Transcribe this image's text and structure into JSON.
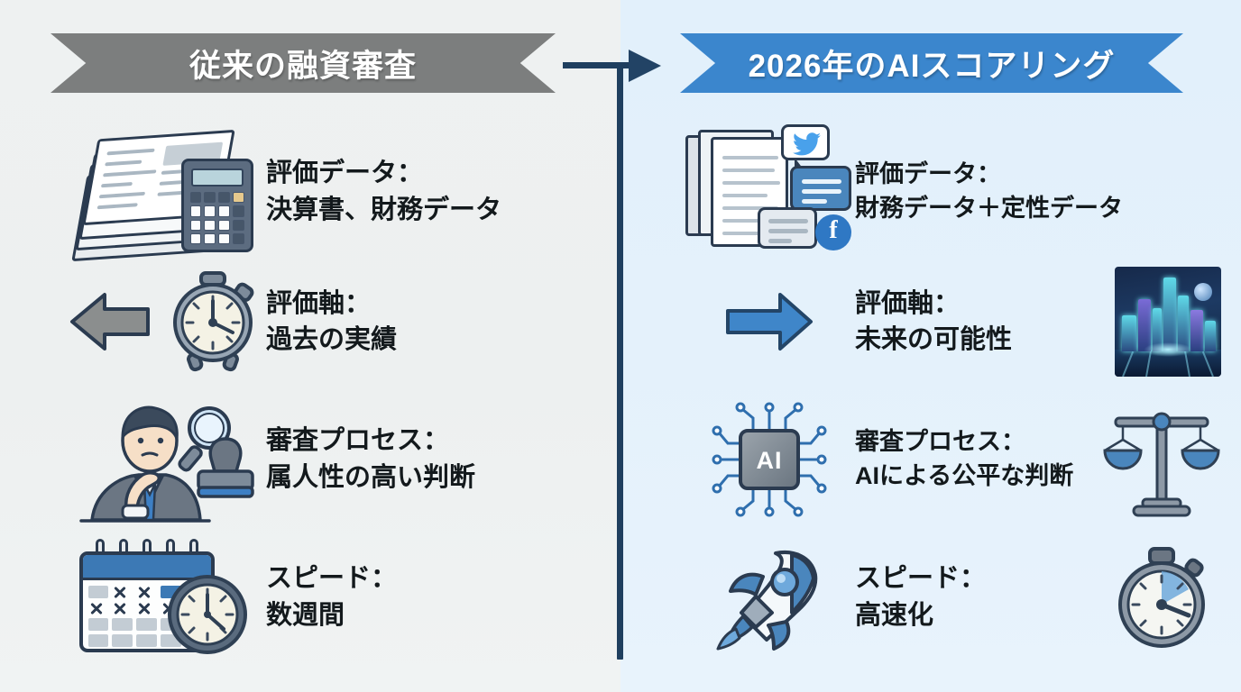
{
  "slide": {
    "left_panel": {
      "banner_label": "従来の融資審査",
      "banner_color": "#7c7e7e",
      "background_color": "#eef1f1",
      "rows": [
        {
          "icon": "documents-calculator-icon",
          "line1": "評価データ：",
          "line2": "決算書、財務データ"
        },
        {
          "icon": "left-arrow-clock-icon",
          "line1": "評価軸：",
          "line2": "過去の実績"
        },
        {
          "icon": "thinking-person-magnifier-stamp-icon",
          "line1": "審査プロセス：",
          "line2": "属人性の高い判断"
        },
        {
          "icon": "calendar-clock-icon",
          "line1": "スピード：",
          "line2": "数週間"
        }
      ]
    },
    "right_panel": {
      "banner_label": "2026年のAIスコアリング",
      "banner_color": "#3b86cd",
      "background_color": "#e3f1fb",
      "rows": [
        {
          "icon": "documents-social-bubbles-icon",
          "line1": "評価データ：",
          "line2": "財務データ＋定性データ",
          "trailing_icon": ""
        },
        {
          "icon": "blue-right-arrow-icon",
          "line1": "評価軸：",
          "line2": "未来の可能性",
          "trailing_icon": "future-city-image"
        },
        {
          "icon": "ai-chip-icon",
          "chip_label": "AI",
          "line1": "審査プロセス：",
          "line2": "AIによる公平な判断",
          "trailing_icon": "scales-of-justice-icon"
        },
        {
          "icon": "rocket-icon",
          "line1": "スピード：",
          "line2": "高速化",
          "trailing_icon": "stopwatch-icon"
        }
      ]
    },
    "connector": {
      "name": "left-to-right-arrow-connector",
      "color": "#1f3f5f"
    }
  }
}
